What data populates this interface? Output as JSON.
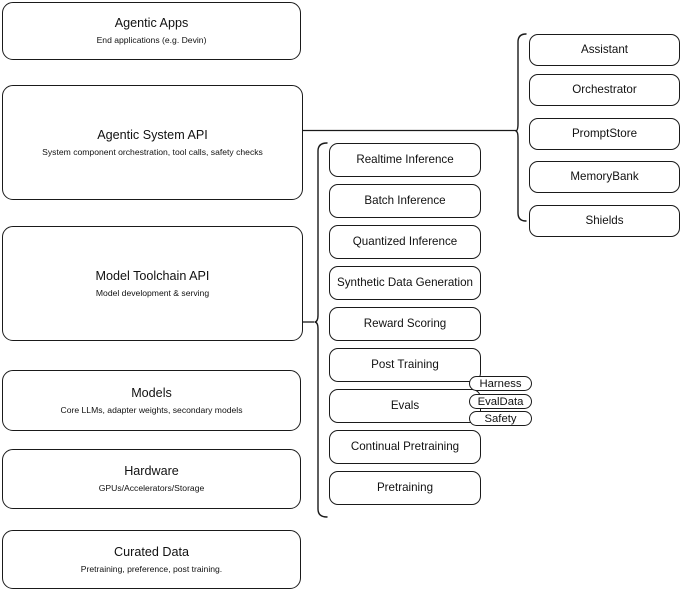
{
  "diagram": {
    "title": "AI Stack Layers Diagram",
    "stroke_color": "#1a1a1a",
    "background_color": "#ffffff",
    "layers": [
      {
        "id": "agentic-apps",
        "title": "Agentic Apps",
        "subtitle": "End applications (e.g. Devin)"
      },
      {
        "id": "agentic-system-api",
        "title": "Agentic System API",
        "subtitle": "System component orchestration, tool calls, safety checks"
      },
      {
        "id": "model-toolchain-api",
        "title": "Model Toolchain API",
        "subtitle": "Model development & serving"
      },
      {
        "id": "models",
        "title": "Models",
        "subtitle": "Core LLMs, adapter weights, secondary models"
      },
      {
        "id": "hardware",
        "title": "Hardware",
        "subtitle": "GPUs/Accelerators/Storage"
      },
      {
        "id": "curated-data",
        "title": "Curated Data",
        "subtitle": "Pretraining, preference, post training."
      }
    ],
    "toolchain_items": [
      {
        "id": "realtime-inference",
        "label": "Realtime Inference"
      },
      {
        "id": "batch-inference",
        "label": "Batch Inference"
      },
      {
        "id": "quantized-inference",
        "label": "Quantized Inference"
      },
      {
        "id": "synthetic-data-generation",
        "label": "Synthetic Data Generation"
      },
      {
        "id": "reward-scoring",
        "label": "Reward Scoring"
      },
      {
        "id": "post-training",
        "label": "Post Training"
      },
      {
        "id": "evals",
        "label": "Evals"
      },
      {
        "id": "continual-pretraining",
        "label": "Continual Pretraining"
      },
      {
        "id": "pretraining",
        "label": "Pretraining"
      }
    ],
    "system_items": [
      {
        "id": "assistant",
        "label": "Assistant"
      },
      {
        "id": "orchestrator",
        "label": "Orchestrator"
      },
      {
        "id": "promptstore",
        "label": "PromptStore"
      },
      {
        "id": "memorybank",
        "label": "MemoryBank"
      },
      {
        "id": "shields",
        "label": "Shields"
      }
    ],
    "eval_badges": [
      {
        "id": "harness",
        "label": "Harness"
      },
      {
        "id": "evaldata",
        "label": "EvalData"
      },
      {
        "id": "safety",
        "label": "Safety"
      }
    ]
  }
}
